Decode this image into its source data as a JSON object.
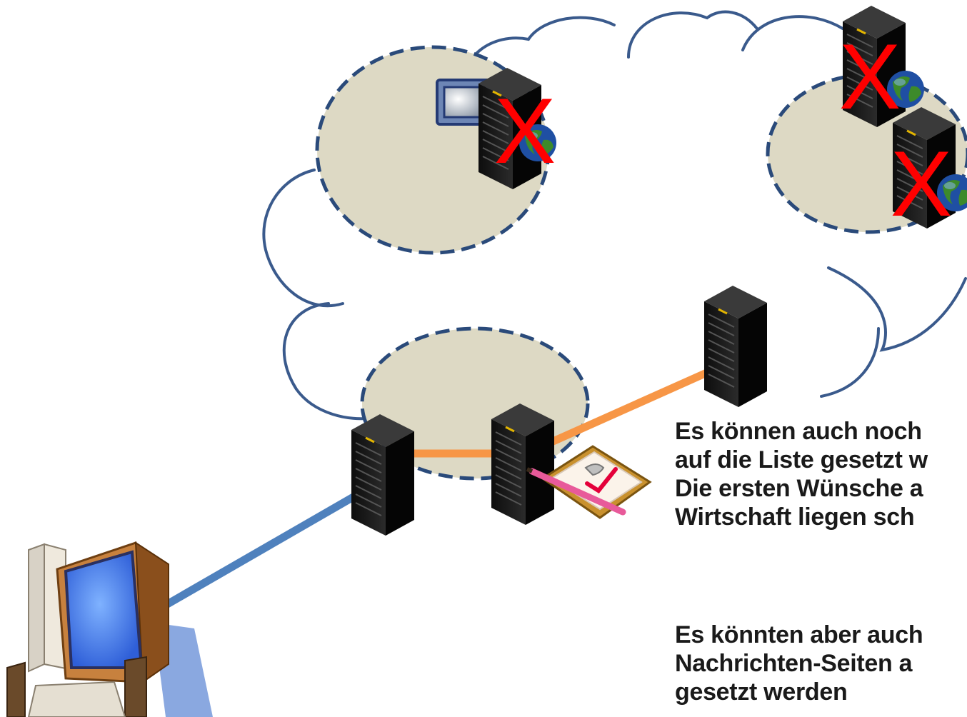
{
  "markers": {
    "blocked_symbol": "X",
    "blocked_color": "#ff0000"
  },
  "colors": {
    "cloud_outline": "#3a5a8c",
    "zone_fill": "#ddd9c4",
    "zone_border": "#2a4a7a",
    "link_orange": "#f79646",
    "link_blue": "#4f81bd",
    "server_body": "#1b1b1b"
  },
  "icons": [
    "server-icon",
    "globe-icon",
    "monitor-icon",
    "clipboard-checklist-icon",
    "pencil-icon",
    "desktop-computer-icon"
  ],
  "caption": {
    "paragraph1": [
      "Es können auch noch",
      "auf die Liste gesetzt w",
      "Die ersten Wünsche a",
      "Wirtschaft liegen sch"
    ],
    "paragraph2": [
      "Es könnten aber auch",
      "Nachrichten-Seiten a",
      "gesetzt werden"
    ]
  }
}
